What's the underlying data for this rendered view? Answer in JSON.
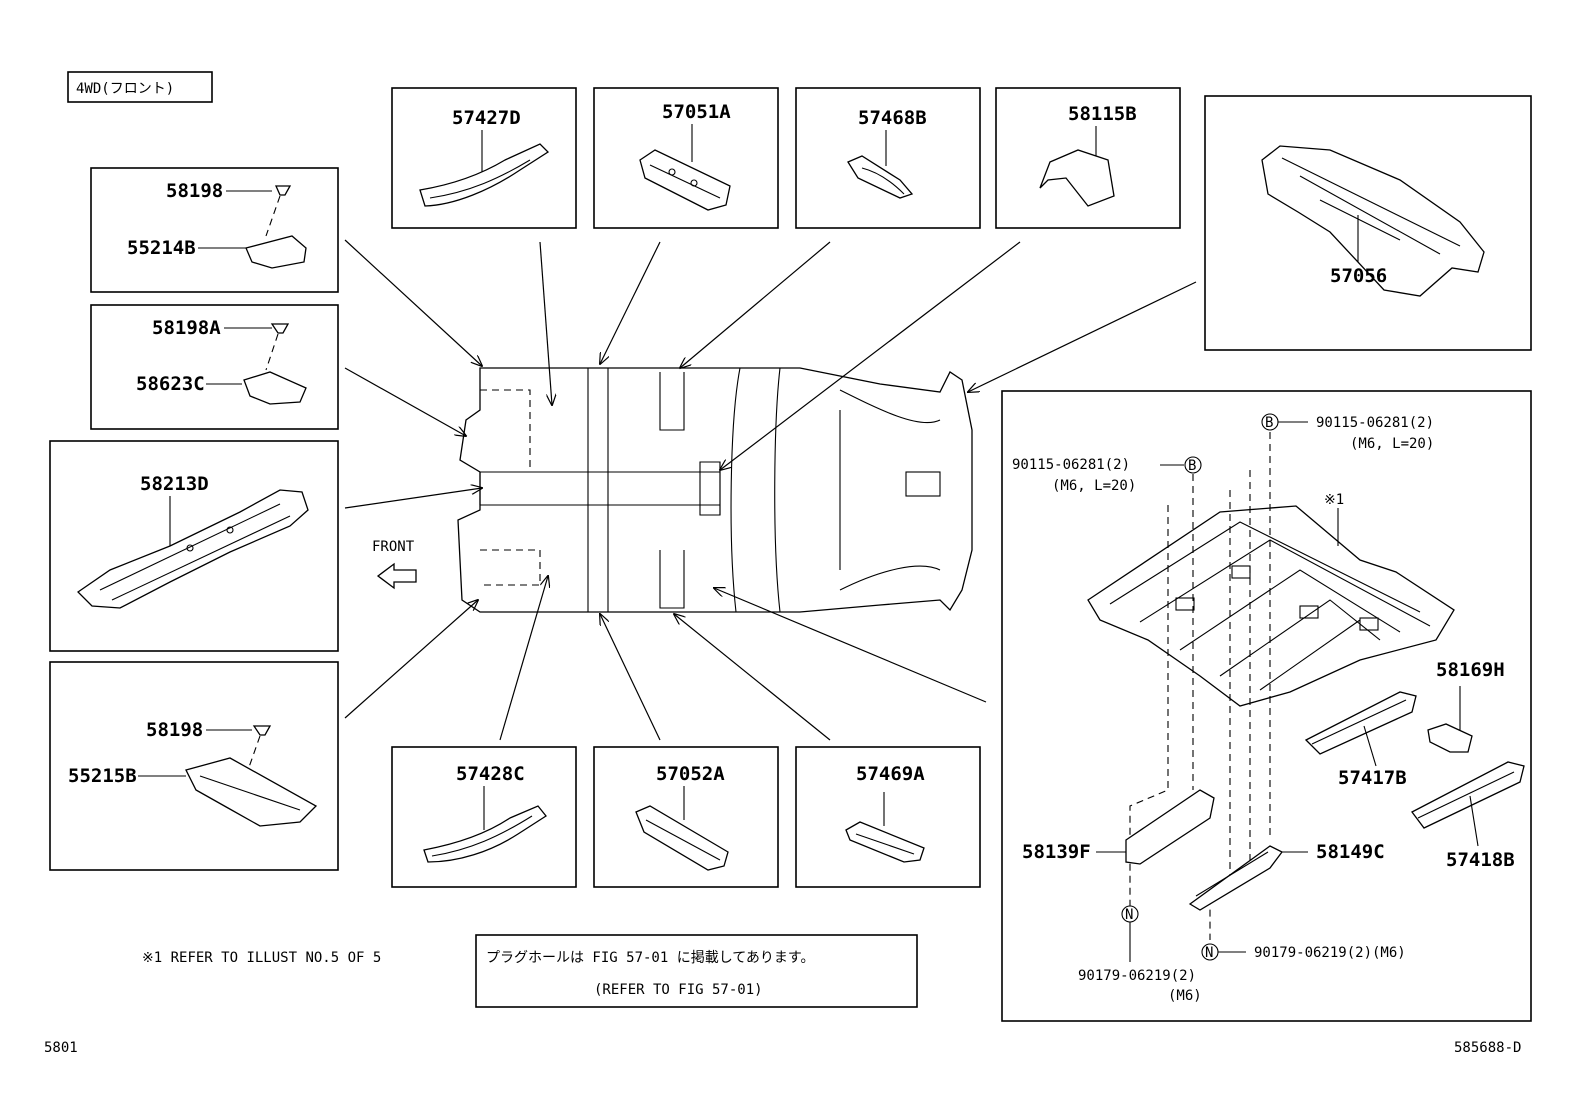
{
  "header": {
    "variant_label": "4WD(フロント)"
  },
  "direction": {
    "front_label": "FRONT"
  },
  "parts_top": [
    {
      "id": "57427D",
      "label": "57427D"
    },
    {
      "id": "57051A",
      "label": "57051A"
    },
    {
      "id": "57468B",
      "label": "57468B"
    },
    {
      "id": "58115B",
      "label": "58115B"
    },
    {
      "id": "57056",
      "label": "57056"
    }
  ],
  "parts_left": {
    "box1": {
      "clip": "58198",
      "panel": "55214B"
    },
    "box2": {
      "clip": "58198A",
      "panel": "58623C"
    },
    "box3": {
      "panel": "58213D"
    },
    "box4": {
      "clip": "58198",
      "panel": "55215B"
    }
  },
  "parts_bottom": [
    {
      "id": "57428C",
      "label": "57428C"
    },
    {
      "id": "57052A",
      "label": "57052A"
    },
    {
      "id": "57469A",
      "label": "57469A"
    }
  ],
  "assembly": {
    "floor_ref": "※1",
    "bolt_b_right": "90115-06281(2)",
    "bolt_b_right_spec": "(M6, L=20)",
    "bolt_b_left": "90115-06281(2)",
    "bolt_b_left_spec": "(M6, L=20)",
    "marker_b": "B",
    "marker_n": "N",
    "p58169H": "58169H",
    "p57417B": "57417B",
    "p57418B": "57418B",
    "p58139F": "58139F",
    "p58149C": "58149C",
    "nut_right": "90179-06219(2)(M6)",
    "nut_left": "90179-06219(2)",
    "nut_left_spec": "(M6)"
  },
  "notes": {
    "refer_illust": "※1  REFER TO ILLUST NO.5 OF 5",
    "plug_hole_jp": "プラグホールは FIG 57-01 に掲載してあります。",
    "plug_hole_en": "(REFER TO FIG 57-01)"
  },
  "footer": {
    "page_code": "5801",
    "illust_code": "585688-D"
  }
}
